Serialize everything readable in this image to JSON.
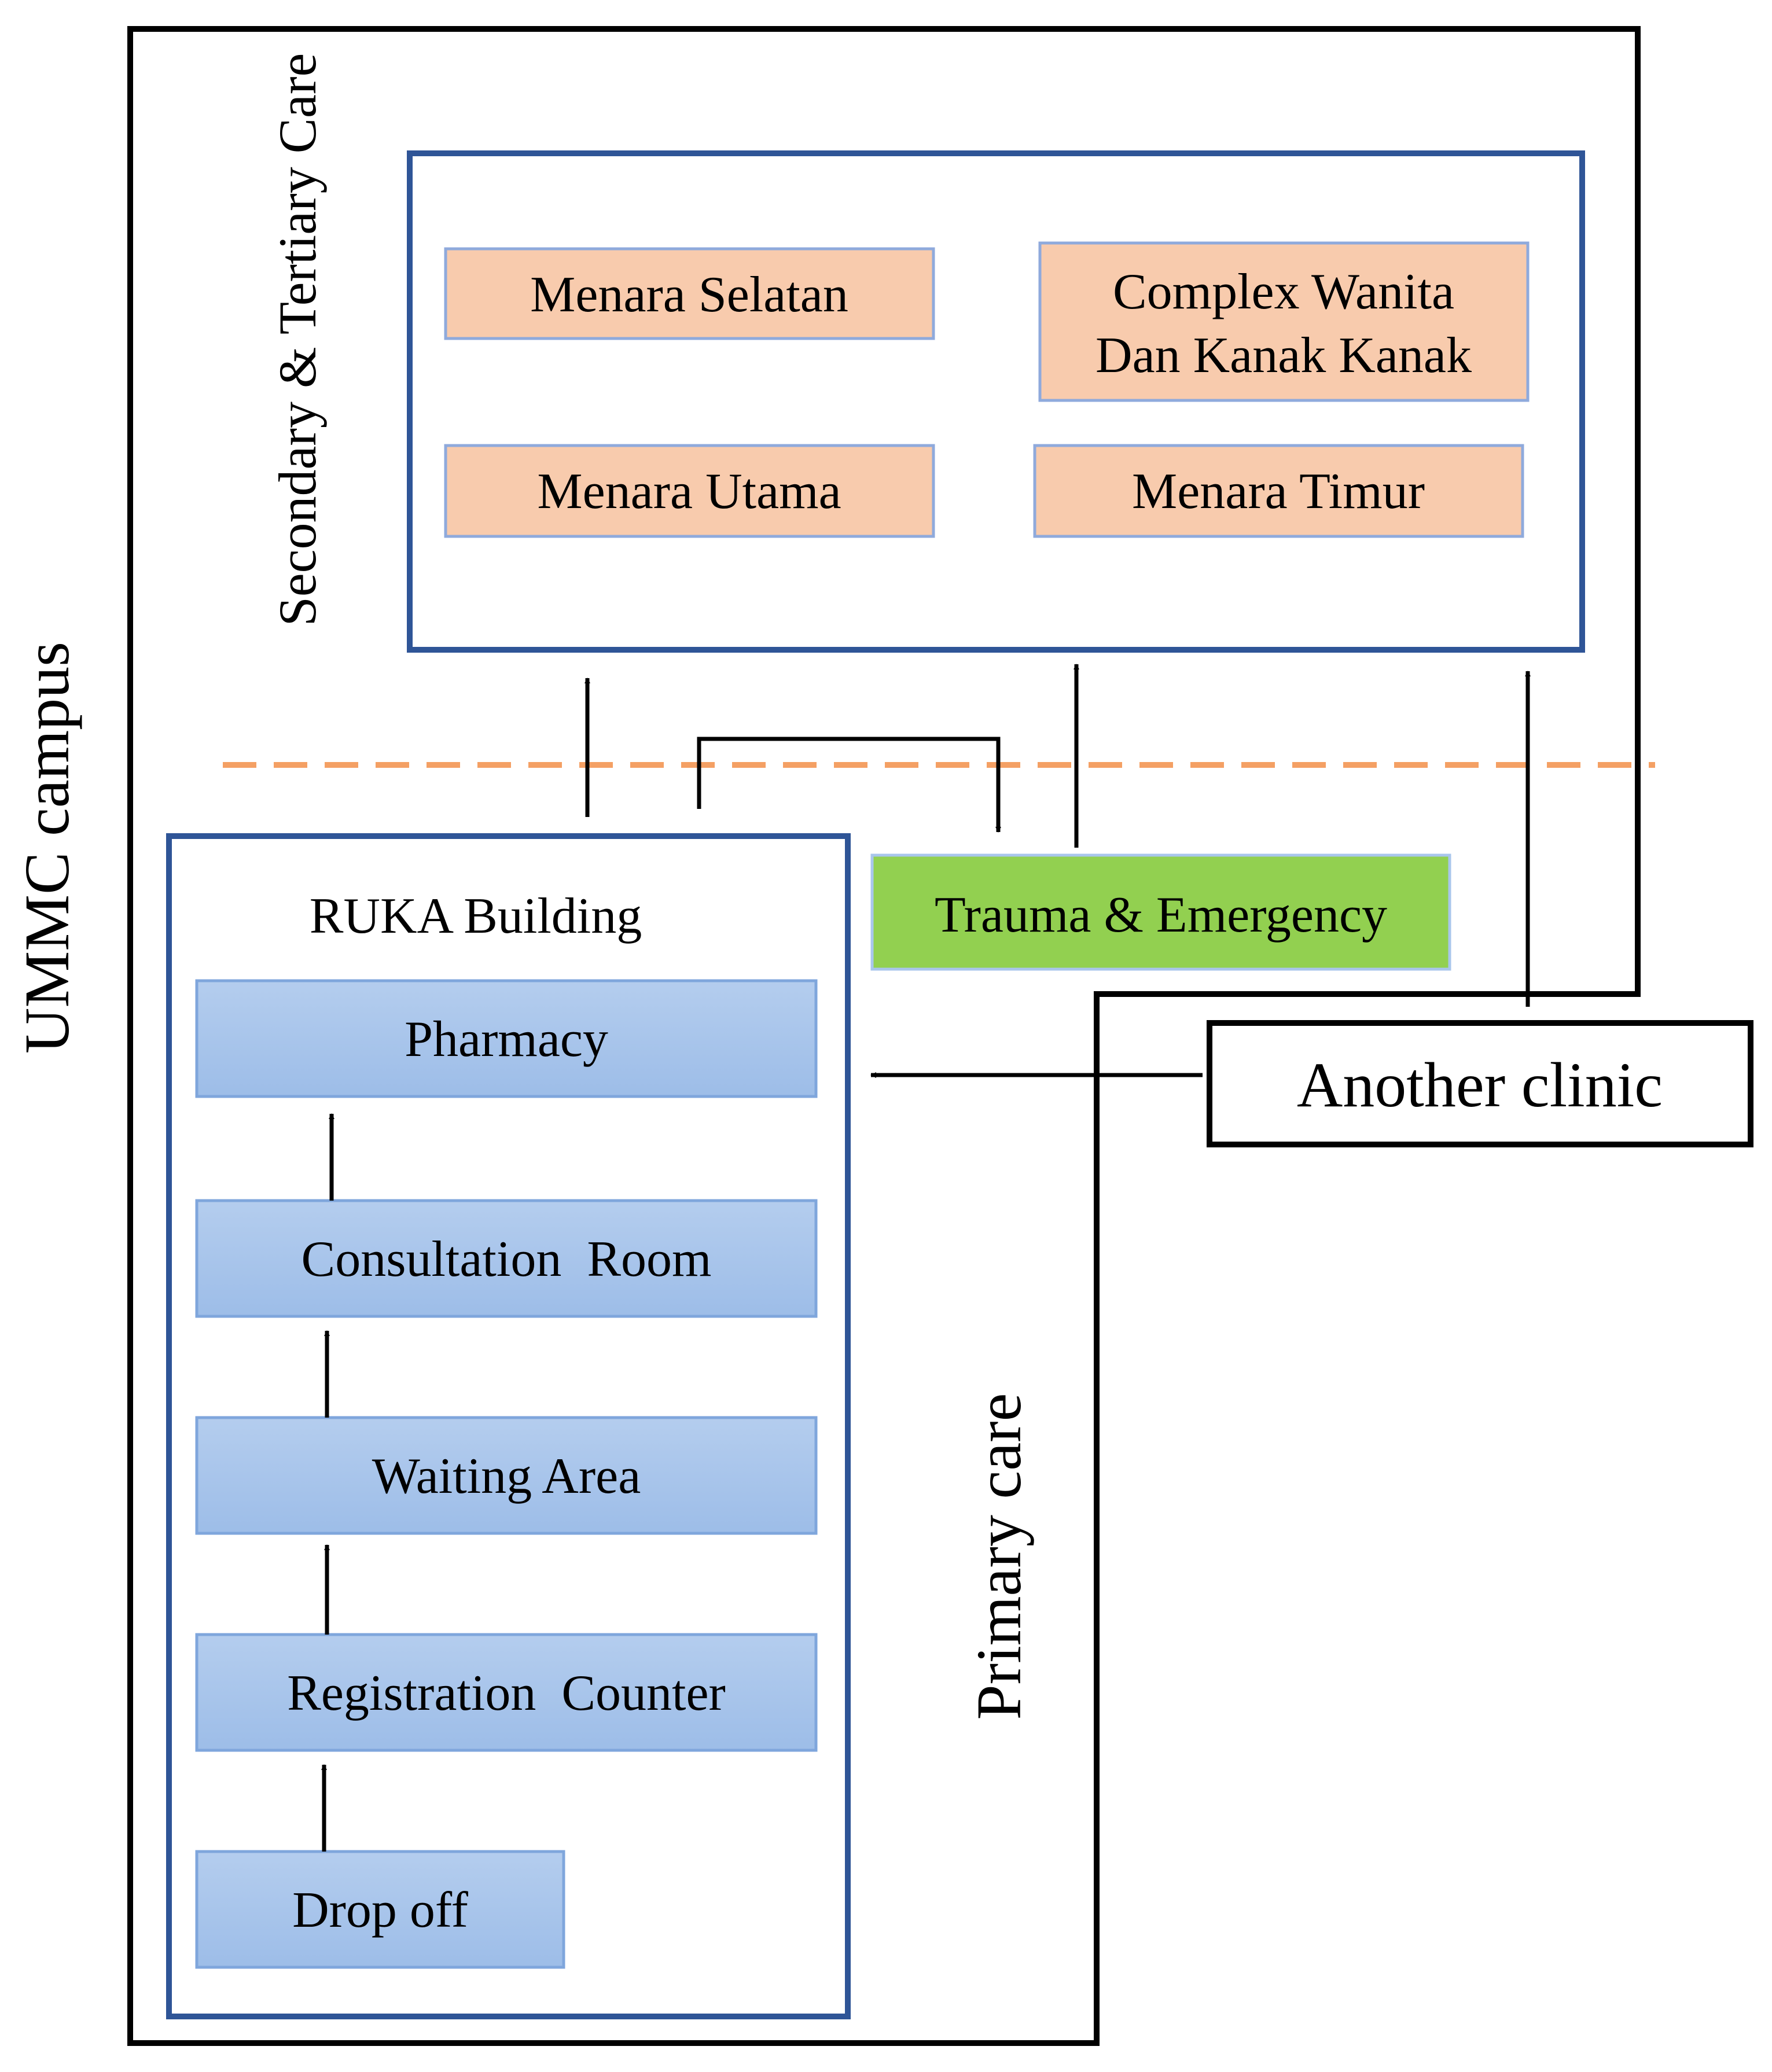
{
  "campus": {
    "label": "UMMC campus"
  },
  "secondary_tertiary": {
    "label": "Secondary & Tertiary Care",
    "buildings": [
      {
        "lines": [
          "Menara Selatan"
        ]
      },
      {
        "lines": [
          "Complex Wanita",
          "Dan Kanak Kanak"
        ]
      },
      {
        "lines": [
          "Menara Utama"
        ]
      },
      {
        "lines": [
          "Menara Timur"
        ]
      }
    ]
  },
  "emergency": {
    "label": "Trauma & Emergency"
  },
  "ruka": {
    "title": "RUKA Building",
    "steps": [
      "Pharmacy",
      "Consultation  Room",
      "Waiting Area",
      "Registration  Counter",
      "Drop off"
    ]
  },
  "primary_care": {
    "label": "Primary care"
  },
  "another_clinic": {
    "label": "Another clinic"
  },
  "colors": {
    "building_fill": "#f8cbad",
    "building_border": "#8faadc",
    "emergency_fill": "#92d050",
    "ruka_border": "#2f5597",
    "step_fill": "#a9c6ec",
    "step_border": "#7fa6dc",
    "dashed_line": "#f4a064"
  }
}
